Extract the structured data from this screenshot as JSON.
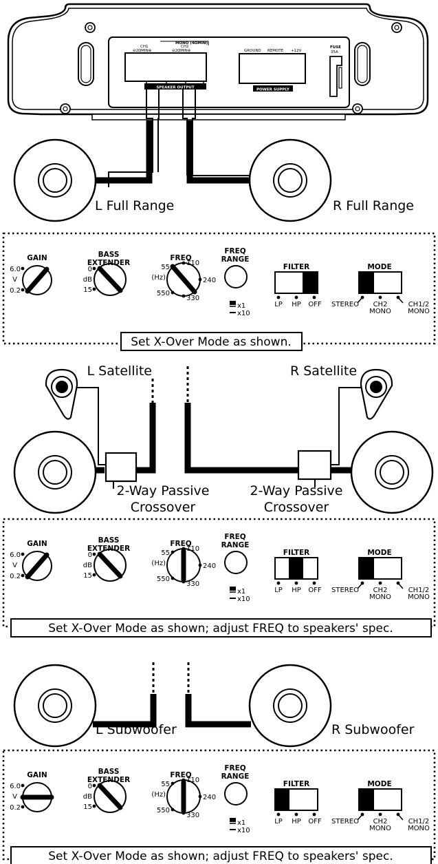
{
  "amplifier": {
    "ch1_label": "CH1",
    "ch1_sub": "⊖2ΩMIN⊕",
    "ch2_label": "CH2",
    "ch2_sub": "⊖2ΩMIN⊕",
    "mono_label": "MONO (4ΩMIN)",
    "speaker_output": "SPEAKER OUTPUT",
    "ground": "GROUND",
    "remote": "REMOTE",
    "plus12v": "+12V",
    "power_supply": "POWER SUPPLY",
    "fuse": "FUSE",
    "fuse_rating": "35A"
  },
  "controls": {
    "gain": "GAIN",
    "gain_hi": "6.0",
    "gain_unit": "V",
    "gain_lo": "0.2",
    "bass_1": "BASS",
    "bass_2": "EXTENDER",
    "bass_0": "0",
    "bass_db": "dB",
    "bass_15": "15",
    "freq": "FREQ",
    "freq_55": "55",
    "freq_hz": "(Hz)",
    "freq_550": "550",
    "freq_110": "110",
    "freq_240": "240",
    "freq_330": "330",
    "range_1": "FREQ",
    "range_2": "RANGE",
    "range_x1": "x1",
    "range_x10": "x10",
    "filter": "FILTER",
    "filter_lp": "LP",
    "filter_hp": "HP",
    "filter_off": "OFF",
    "mode": "MODE",
    "mode_stereo": "STEREO",
    "mode_ch2": "CH2",
    "mode_mono": "MONO",
    "mode_ch12": "CH1/2",
    "mode_mono2": "MONO"
  },
  "section1": {
    "left_speaker": "L Full Range",
    "right_speaker": "R Full Range",
    "caption": "Set X-Over Mode as shown.",
    "filter_selected": "OFF",
    "mode_selected": "STEREO"
  },
  "section2": {
    "left_satellite": "L Satellite",
    "right_satellite": "R Satellite",
    "crossover_left_1": "2-Way Passive",
    "crossover_left_2": "Crossover",
    "crossover_right_1": "2-Way Passive",
    "crossover_right_2": "Crossover",
    "caption": "Set X-Over Mode as shown; adjust FREQ to speakers' spec.",
    "filter_selected": "HP",
    "mode_selected": "STEREO"
  },
  "section3": {
    "left_speaker": "L Subwoofer",
    "right_speaker": "R Subwoofer",
    "caption": "Set X-Over Mode as shown; adjust FREQ to speakers' spec.",
    "filter_selected": "LP",
    "mode_selected": "STEREO"
  }
}
